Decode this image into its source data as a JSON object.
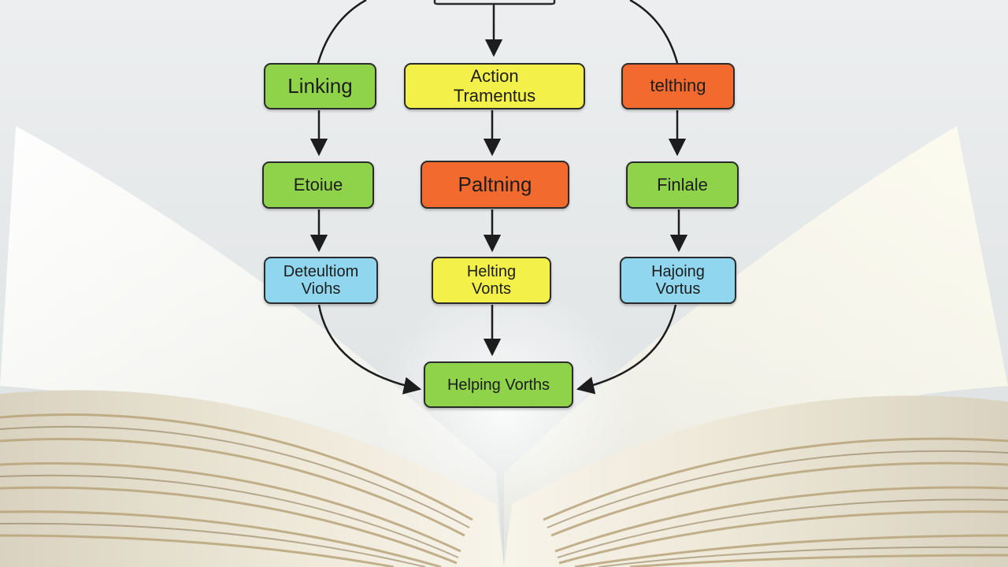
{
  "colors": {
    "green": "#8fd34a",
    "yellow": "#f4f04a",
    "orange": "#f26a2e",
    "blue": "#8fd6ee",
    "outline": "#2b2b2b",
    "book_page": "#f3efe4",
    "book_edge": "#b9a57c"
  },
  "nodes": {
    "linking": {
      "label": "Linking"
    },
    "action_tramentus": {
      "label": "Action\nTramentus"
    },
    "telthing": {
      "label": "telthing"
    },
    "etoiue": {
      "label": "Etoiue"
    },
    "paltning": {
      "label": "Paltning"
    },
    "finlale": {
      "label": "Finlale"
    },
    "deteultiom_viohs": {
      "label": "Deteultiom\nViohs"
    },
    "helting_vonts": {
      "label": "Helting\nVonts"
    },
    "hajoing_vortus": {
      "label": "Hajoing\nVortus"
    },
    "helping_vorths": {
      "label": "Helping Vorths"
    }
  },
  "background": {
    "subject": "open-book",
    "icon": "open-book-icon"
  }
}
